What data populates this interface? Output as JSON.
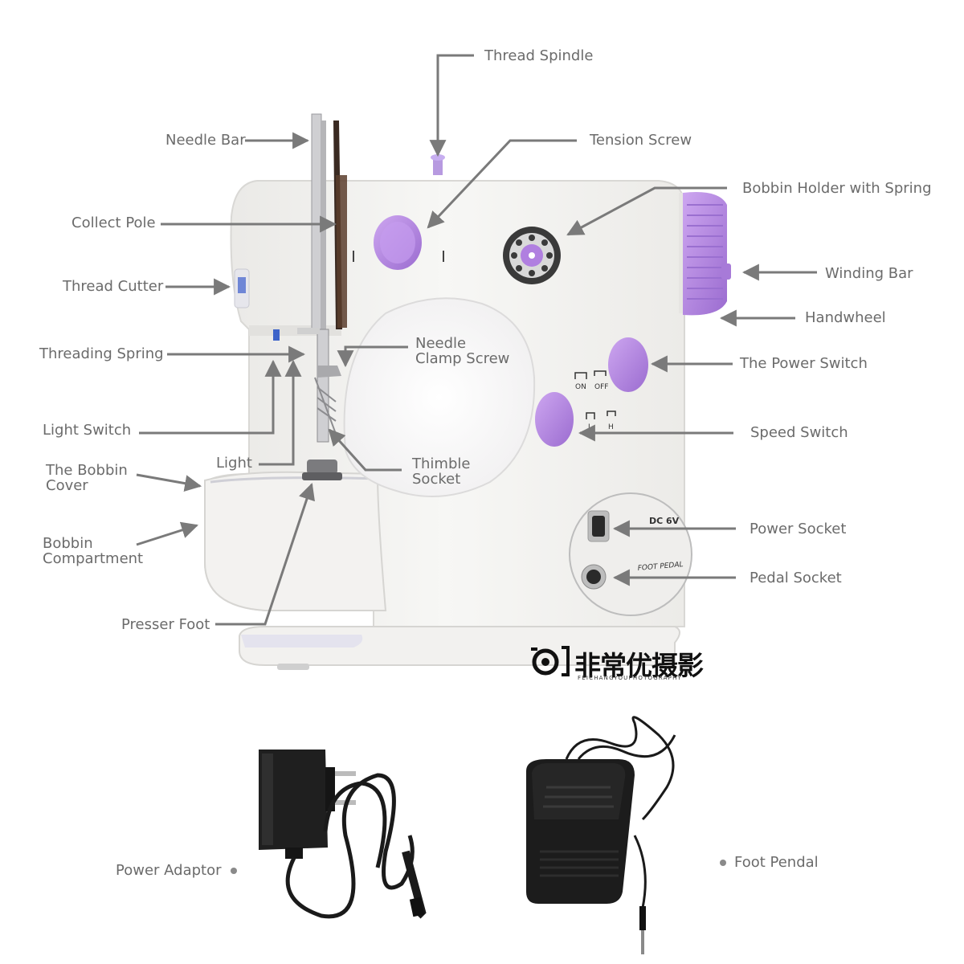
{
  "labels": {
    "thread_spindle": "Thread Spindle",
    "needle_bar": "Needle Bar",
    "tension_screw": "Tension Screw",
    "bobbin_holder": "Bobbin Holder with Spring",
    "collect_pole": "Collect Pole",
    "winding_bar": "Winding Bar",
    "thread_cutter": "Thread Cutter",
    "handwheel": "Handwheel",
    "threading_spring": "Threading Spring",
    "needle_clamp_1": "Needle",
    "needle_clamp_2": "Clamp Screw",
    "power_switch": "The Power Switch",
    "light_switch": "Light Switch",
    "speed_switch": "Speed Switch",
    "bobbin_cover_1": "The Bobbin",
    "bobbin_cover_2": "Cover",
    "light": "Light",
    "thimble_1": "Thimble",
    "thimble_2": "Socket",
    "bobbin_comp_1": "Bobbin",
    "bobbin_comp_2": "Compartment",
    "power_socket": "Power Socket",
    "pedal_socket": "Pedal Socket",
    "presser_foot": "Presser Foot",
    "power_adaptor": "Power Adaptor",
    "foot_pendal": "Foot Pendal"
  },
  "machine_text": {
    "on": "ON",
    "off": "OFF",
    "low": "L",
    "high": "H",
    "dc": "DC 6V",
    "foot_pedal": "FOOT PEDAL"
  },
  "watermark": {
    "main": "非常优摄影",
    "sub": "FEICHANGYOUPHOTOGRAPHY"
  },
  "colors": {
    "accent_purple": "#b488e0",
    "body_white": "#f4f3f1",
    "leader_gray": "#7a7a7a",
    "accessory_black": "#1c1c1c"
  }
}
